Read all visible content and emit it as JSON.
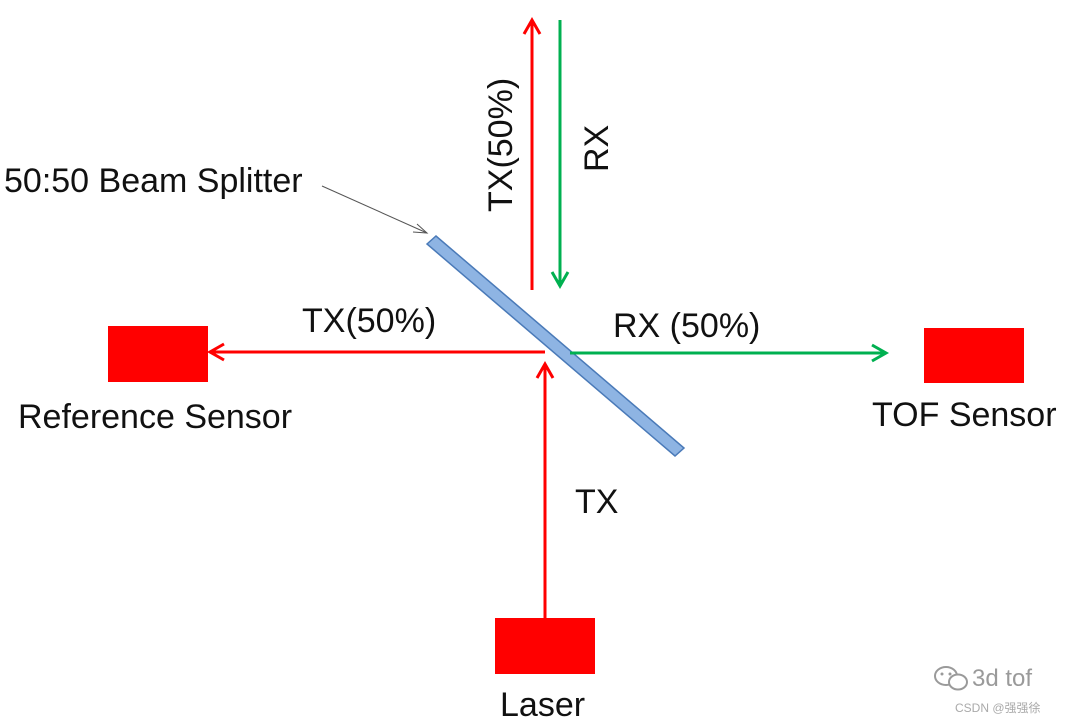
{
  "labels": {
    "beam_splitter": "50:50 Beam Splitter",
    "tx_up": "TX(50%)",
    "rx_down": "RX",
    "tx_left": "TX(50%)",
    "rx_right": "RX (50%)",
    "tx_laser": "TX",
    "reference_sensor": "Reference Sensor",
    "tof_sensor": "TOF Sensor",
    "laser": "Laser"
  },
  "watermark": {
    "brand": "3d tof",
    "source": "CSDN @强强徐"
  },
  "colors": {
    "tx_beam": "#ff0000",
    "rx_beam": "#00b050",
    "component_block": "#ff0000",
    "beam_splitter_fill": "#8eb4e3",
    "beam_splitter_stroke": "#4a7ab8",
    "pointer_line": "#555555"
  }
}
